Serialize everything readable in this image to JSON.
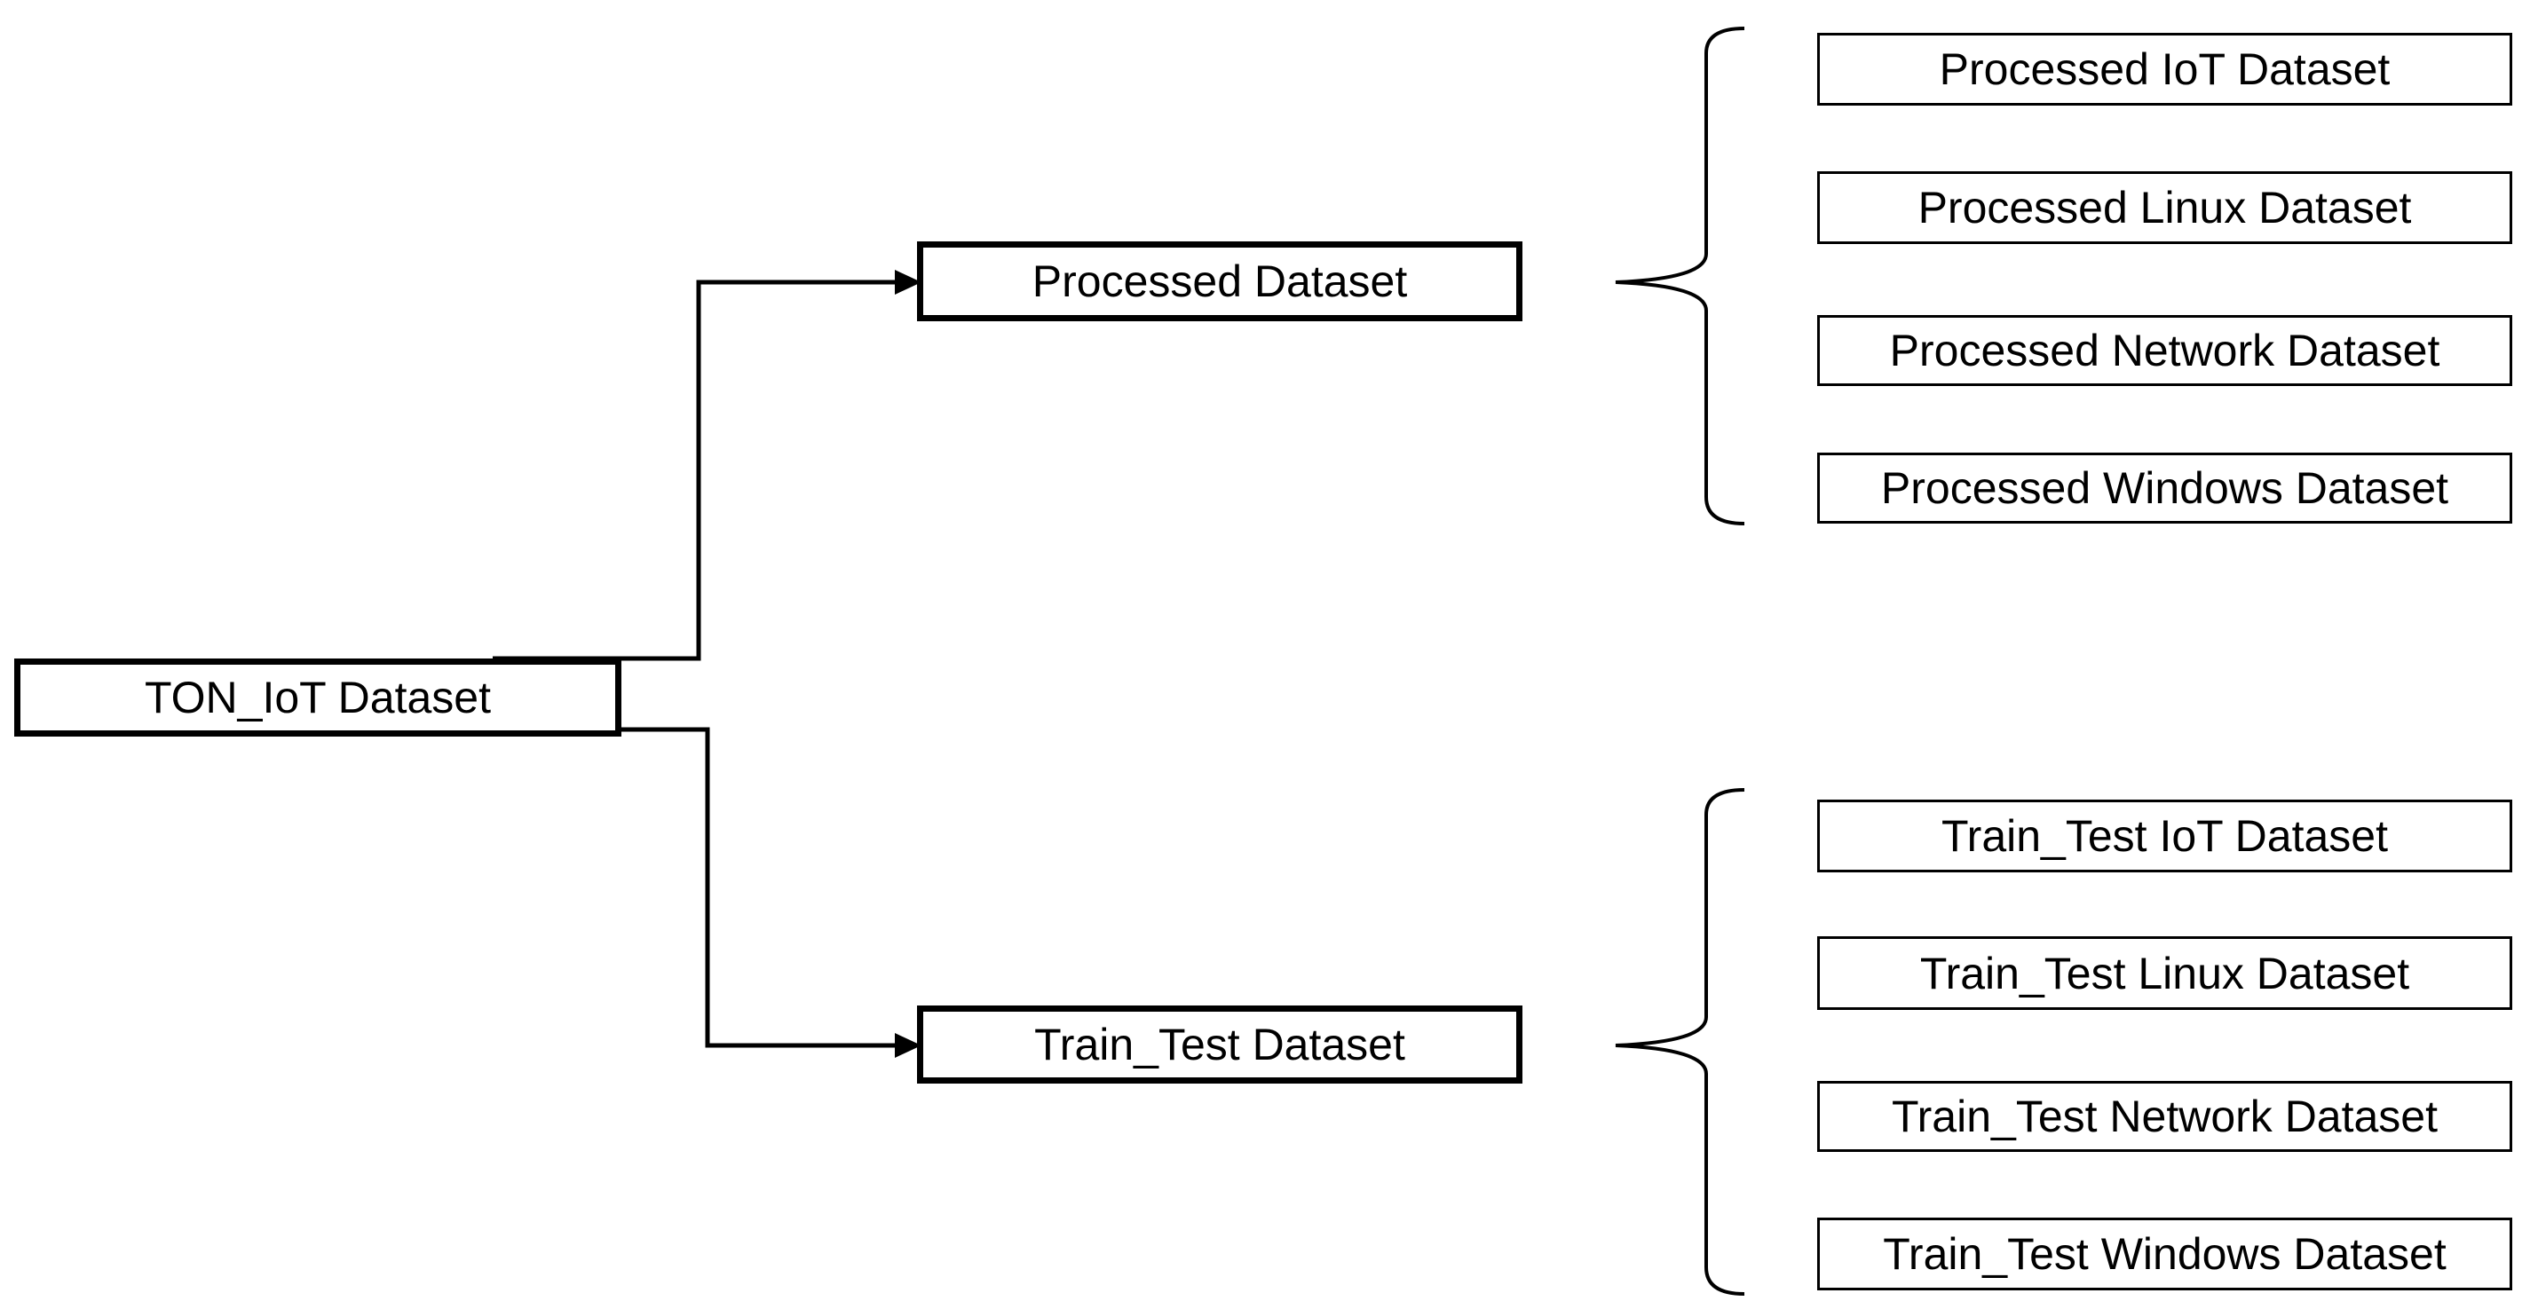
{
  "root": {
    "label": "TON_IoT Dataset"
  },
  "branches": [
    {
      "label": "Processed Dataset",
      "children": [
        "Processed IoT Dataset",
        "Processed Linux Dataset",
        "Processed Network Dataset",
        "Processed Windows Dataset"
      ]
    },
    {
      "label": "Train_Test Dataset",
      "children": [
        "Train_Test IoT Dataset",
        "Train_Test Linux Dataset",
        "Train_Test Network Dataset",
        "Train_Test Windows Dataset"
      ]
    }
  ],
  "colors": {
    "stroke": "#000000",
    "background": "#ffffff",
    "text": "#000000"
  }
}
